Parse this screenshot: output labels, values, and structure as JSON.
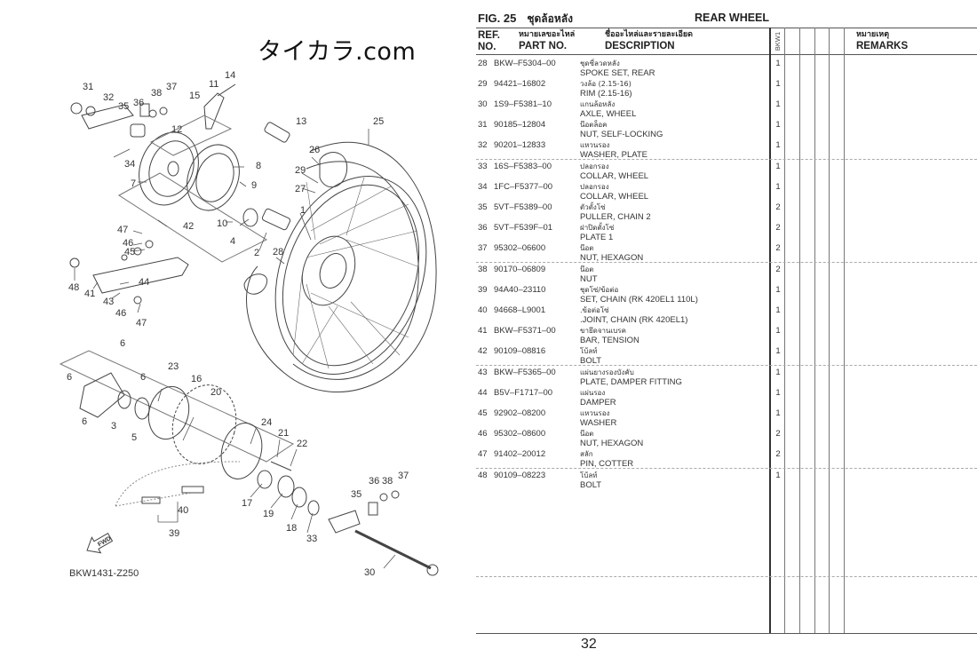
{
  "watermark": "タイカラ.com",
  "diagram": {
    "code": "BKW1431-Z250",
    "fwd_label": "FWD",
    "callouts": [
      {
        "n": "31"
      },
      {
        "n": "32"
      },
      {
        "n": "35"
      },
      {
        "n": "36"
      },
      {
        "n": "38"
      },
      {
        "n": "37"
      },
      {
        "n": "15"
      },
      {
        "n": "11"
      },
      {
        "n": "14"
      },
      {
        "n": "12"
      },
      {
        "n": "13"
      },
      {
        "n": "25"
      },
      {
        "n": "26"
      },
      {
        "n": "29"
      },
      {
        "n": "27"
      },
      {
        "n": "34"
      },
      {
        "n": "7"
      },
      {
        "n": "8"
      },
      {
        "n": "9"
      },
      {
        "n": "10"
      },
      {
        "n": "42"
      },
      {
        "n": "4"
      },
      {
        "n": "2"
      },
      {
        "n": "1"
      },
      {
        "n": "28"
      },
      {
        "n": "47"
      },
      {
        "n": "46"
      },
      {
        "n": "45"
      },
      {
        "n": "48"
      },
      {
        "n": "41"
      },
      {
        "n": "44"
      },
      {
        "n": "43"
      },
      {
        "n": "46"
      },
      {
        "n": "47"
      },
      {
        "n": "6"
      },
      {
        "n": "6"
      },
      {
        "n": "6"
      },
      {
        "n": "6"
      },
      {
        "n": "23"
      },
      {
        "n": "16"
      },
      {
        "n": "20"
      },
      {
        "n": "3"
      },
      {
        "n": "5"
      },
      {
        "n": "24"
      },
      {
        "n": "21"
      },
      {
        "n": "22"
      },
      {
        "n": "17"
      },
      {
        "n": "19"
      },
      {
        "n": "18"
      },
      {
        "n": "33"
      },
      {
        "n": "35"
      },
      {
        "n": "36"
      },
      {
        "n": "38"
      },
      {
        "n": "37"
      },
      {
        "n": "40"
      },
      {
        "n": "39"
      },
      {
        "n": "30"
      }
    ]
  },
  "sheet": {
    "fig_label": "FIG. 25",
    "fig_title_th": "ชุดล้อหลัง",
    "fig_title_en": "REAR WHEEL",
    "headers": {
      "ref_en_1": "REF.",
      "ref_en_2": "NO.",
      "part_th": "หมายเลขอะไหล่",
      "part_en": "PART NO.",
      "desc_th": "ชื่ออะไหล่และรายละเอียด",
      "desc_en": "DESCRIPTION",
      "model": "BKW1",
      "remarks_th": "หมายเหตุ",
      "remarks_en": "REMARKS"
    },
    "rows": [
      {
        "ref": "28",
        "part": "BKW–F5304–00",
        "th": "ชุดซี่ลวดหลัง",
        "en": "SPOKE SET, REAR",
        "qty": "1"
      },
      {
        "ref": "29",
        "part": "94421–16802",
        "th": "วงล้อ (2.15-16)",
        "en": "RIM (2.15-16)",
        "qty": "1"
      },
      {
        "ref": "30",
        "part": "1S9–F5381–10",
        "th": "แกนล้อหลัง",
        "en": "AXLE, WHEEL",
        "qty": "1"
      },
      {
        "ref": "31",
        "part": "90185–12804",
        "th": "น๊อตล็อค",
        "en": "NUT, SELF-LOCKING",
        "qty": "1"
      },
      {
        "ref": "32",
        "part": "90201–12833",
        "th": "แหวนรอง",
        "en": "WASHER, PLATE",
        "qty": "1"
      },
      {
        "ref": "33",
        "part": "16S–F5383–00",
        "th": "ปลอกรอง",
        "en": "COLLAR, WHEEL",
        "qty": "1"
      },
      {
        "ref": "34",
        "part": "1FC–F5377–00",
        "th": "ปลอกรอง",
        "en": "COLLAR, WHEEL",
        "qty": "1"
      },
      {
        "ref": "35",
        "part": "5VT–F5389–00",
        "th": "ตัวตั้งโซ่",
        "en": "PULLER, CHAIN 2",
        "qty": "2"
      },
      {
        "ref": "36",
        "part": "5VT–F539F–01",
        "th": "ฝาปิดตั้งโซ่",
        "en": "PLATE 1",
        "qty": "2"
      },
      {
        "ref": "37",
        "part": "95302–06600",
        "th": "น๊อต",
        "en": "NUT, HEXAGON",
        "qty": "2"
      },
      {
        "ref": "38",
        "part": "90170–06809",
        "th": "น๊อต",
        "en": "NUT",
        "qty": "2"
      },
      {
        "ref": "39",
        "part": "94A40–23110",
        "th": "ชุดโซ่/ข้อต่อ",
        "en": "SET, CHAIN (RK 420EL1 110L)",
        "qty": "1"
      },
      {
        "ref": "40",
        "part": "94668–L9001",
        "th": ".ข้อต่อโซ่",
        "en": ".JOINT, CHAIN (RK 420EL1)",
        "qty": "1"
      },
      {
        "ref": "41",
        "part": "BKW–F5371–00",
        "th": "ขายึดจานเบรค",
        "en": "BAR, TENSION",
        "qty": "1"
      },
      {
        "ref": "42",
        "part": "90109–08816",
        "th": "โบ้ลท์",
        "en": "BOLT",
        "qty": "1"
      },
      {
        "ref": "43",
        "part": "BKW–F5365–00",
        "th": "แผ่นยางรองบังคับ",
        "en": "PLATE, DAMPER FITTING",
        "qty": "1"
      },
      {
        "ref": "44",
        "part": "B5V–F1717–00",
        "th": "แผ่นรอง",
        "en": "DAMPER",
        "qty": "1"
      },
      {
        "ref": "45",
        "part": "92902–08200",
        "th": "แหวนรอง",
        "en": "WASHER",
        "qty": "1"
      },
      {
        "ref": "46",
        "part": "95302–08600",
        "th": "น๊อต",
        "en": "NUT, HEXAGON",
        "qty": "2"
      },
      {
        "ref": "47",
        "part": "91402–20012",
        "th": "สลัก",
        "en": "PIN, COTTER",
        "qty": "2"
      },
      {
        "ref": "48",
        "part": "90109–08223",
        "th": "โบ้ลท์",
        "en": "BOLT",
        "qty": "1"
      }
    ],
    "page_number": "32"
  }
}
